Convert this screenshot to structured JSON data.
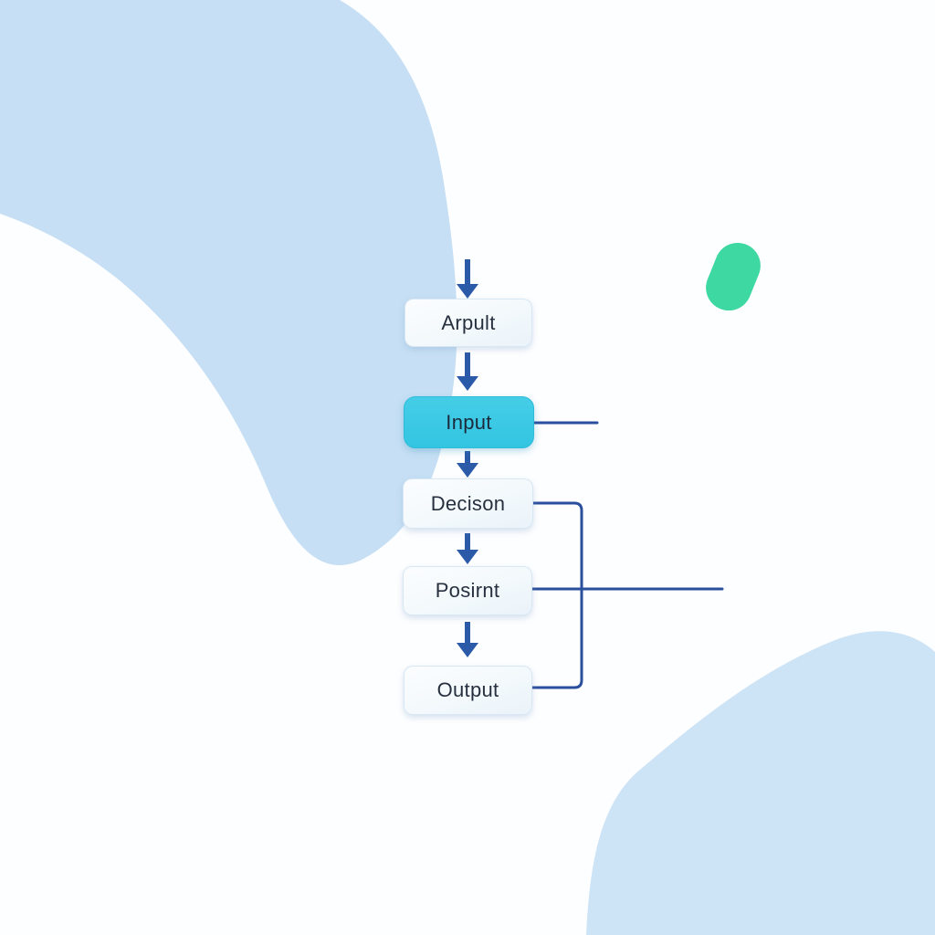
{
  "palette": {
    "background": "#fdfeff",
    "blob_blue_left": "#c6dff4",
    "blob_blue_bottom_right": "#cde3f6",
    "blob_green": "#3ed8a2",
    "accent_box_fill": "#38c8e4",
    "light_box_fill": "#f6fafd",
    "arrow_color": "#2a5aa8",
    "connector_color": "#2a4f9c",
    "text_color": "#27303f"
  },
  "flowchart": {
    "nodes": [
      {
        "id": "arpult",
        "label": "Arpult",
        "style": "light"
      },
      {
        "id": "input",
        "label": "Input",
        "style": "accent"
      },
      {
        "id": "decison",
        "label": "Decison",
        "style": "light"
      },
      {
        "id": "posirnt",
        "label": "Posirnt",
        "style": "light"
      },
      {
        "id": "output",
        "label": "Output",
        "style": "light"
      }
    ],
    "connectors": [
      {
        "from": "input",
        "shape": "stub-right"
      },
      {
        "from": "decison",
        "to": "output",
        "shape": "right-bracket"
      },
      {
        "from": "posirnt",
        "shape": "long-stub-right"
      }
    ],
    "arrows": "5 downward arrows along the center column"
  }
}
